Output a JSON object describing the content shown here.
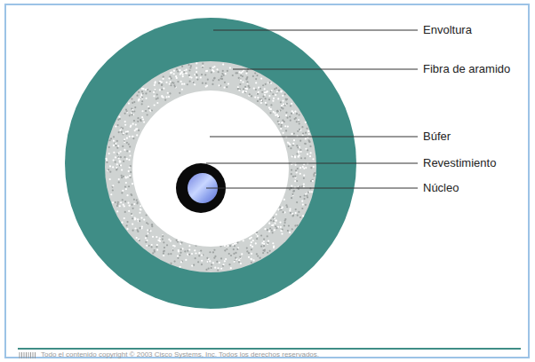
{
  "diagram": {
    "labels": [
      "Envoltura",
      "Fibra de aramido",
      "Búfer",
      "Revestimiento",
      "Núcleo",
      "Todo el contenido copyright © 2003 Cisco Systems, Inc. Todos los derechos reservados."
    ]
  }
}
